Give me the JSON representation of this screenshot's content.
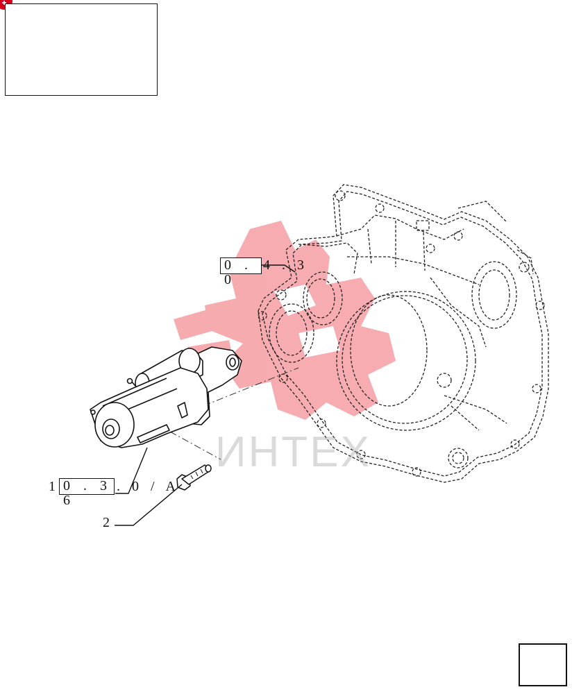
{
  "page": {
    "title": ""
  },
  "thumbnail": {
    "icon": "engine-thumbnail-icon",
    "badge_color": "#d6001c"
  },
  "callouts": {
    "ref_top": {
      "box": "0 . 0",
      "suffix": "4 . 3"
    },
    "ref_starter": {
      "index": "1",
      "box": "0 . 3 6",
      "suffix": ". 0 / A"
    },
    "item_2": {
      "index": "2"
    }
  },
  "watermark": {
    "text": "ИНТЕХ",
    "color": "#e0202a"
  },
  "navigation": {
    "icon": "next-page-arrow-icon"
  },
  "colors": {
    "line": "#111111",
    "dashed": "#222222",
    "watermark_red": "#f2a4a8"
  }
}
